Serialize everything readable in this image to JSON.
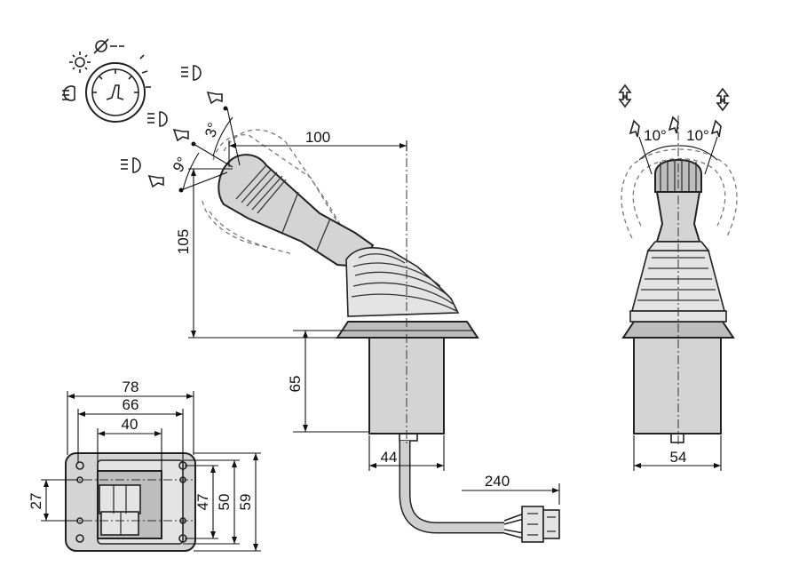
{
  "side_view": {
    "dims": {
      "width_100": "100",
      "height_105": "105",
      "base_65": "65",
      "shaft_44": "44",
      "cable_240": "240"
    },
    "angles": {
      "step_3": "3°",
      "step_9": "9°"
    }
  },
  "front_view": {
    "dims": {
      "base_54": "54"
    },
    "angles": {
      "left_10": "10°",
      "right_10": "10°"
    }
  },
  "plan_view": {
    "dims": {
      "w_78": "78",
      "w_66": "66",
      "w_40": "40",
      "h_27": "27",
      "h_47": "47",
      "h_50": "50",
      "h_59": "59"
    }
  },
  "icons": [
    "headlight-icon",
    "sun-light-icon",
    "dimmer-slash-icon",
    "gauge-icon",
    "horn-icon",
    "high-beam-icon",
    "up-down-arrow-icon"
  ]
}
